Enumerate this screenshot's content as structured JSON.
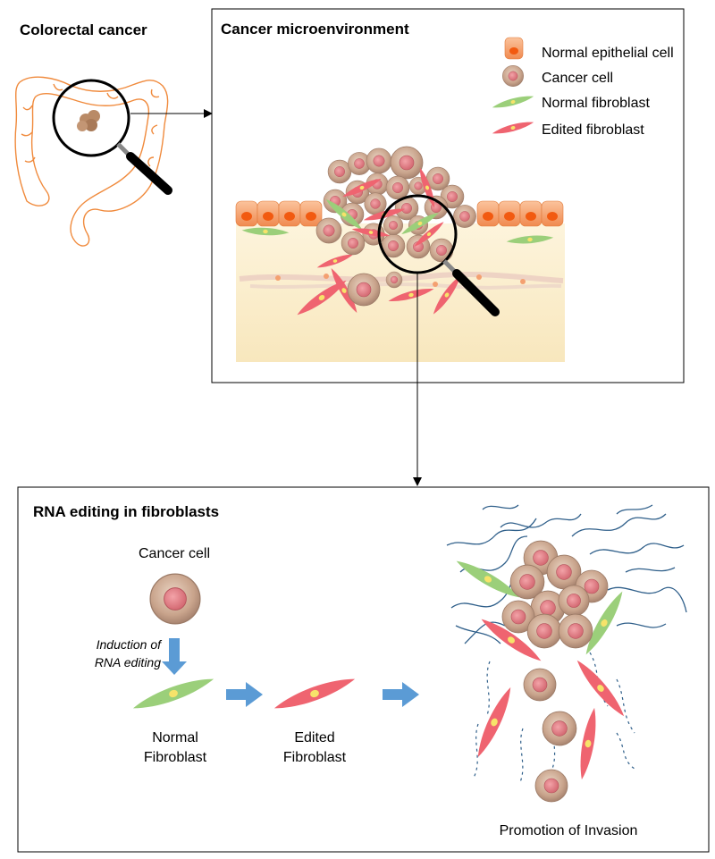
{
  "panels": {
    "colon": {
      "title": "Colorectal cancer"
    },
    "microenv": {
      "title": "Cancer microenvironment"
    },
    "editing": {
      "title": "RNA editing in fibroblasts"
    }
  },
  "legend": [
    {
      "label": "Normal epithelial cell",
      "icon": "epithelial-cell-icon",
      "color": "#f4a070"
    },
    {
      "label": "Cancer cell",
      "icon": "cancer-cell-icon",
      "color": "#c9a48c"
    },
    {
      "label": "Normal fibroblast",
      "icon": "normal-fibroblast-icon",
      "color": "#9bcf7a"
    },
    {
      "label": "Edited fibroblast",
      "icon": "edited-fibroblast-icon",
      "color": "#ef6470"
    }
  ],
  "flow": {
    "cancer_cell": "Cancer cell",
    "induction_line1": "Induction of",
    "induction_line2": "RNA editing",
    "normal_line1": "Normal",
    "normal_line2": "Fibroblast",
    "edited_line1": "Edited",
    "edited_line2": "Fibroblast",
    "invasion": "Promotion of Invasion"
  },
  "colors": {
    "colon_outline": "#f08a3c",
    "tumor": "#b98a66",
    "stroma": "#fbeec9",
    "arrow_blue": "#5b9bd5",
    "ecm_fiber": "#2f5f8a"
  }
}
